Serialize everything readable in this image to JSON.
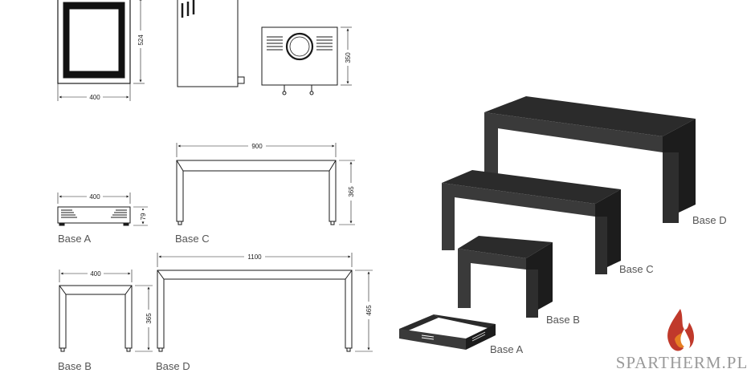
{
  "dimensions": {
    "stove_height": "524",
    "stove_width": "400",
    "stove_depth": "350",
    "base_c_width": "900",
    "base_c_height": "365",
    "base_a_width": "400",
    "base_a_height": "79",
    "base_b_width": "400",
    "base_b_height": "365",
    "base_d_width": "1100",
    "base_d_height": "465"
  },
  "captions": {
    "base_a": "Base A",
    "base_b": "Base B",
    "base_c": "Base C",
    "base_d": "Base D"
  },
  "render_labels": {
    "base_a": "Base A",
    "base_b": "Base B",
    "base_c": "Base C",
    "base_d": "Base D"
  },
  "brand": {
    "name": "SPARTHERM.PL",
    "flame_color": "#c0392b"
  },
  "colors": {
    "line": "#1a1a1a",
    "render_top": "#2b2b2b",
    "render_front": "#3a3a3a",
    "render_side": "#1c1c1c",
    "caption": "#555555"
  }
}
